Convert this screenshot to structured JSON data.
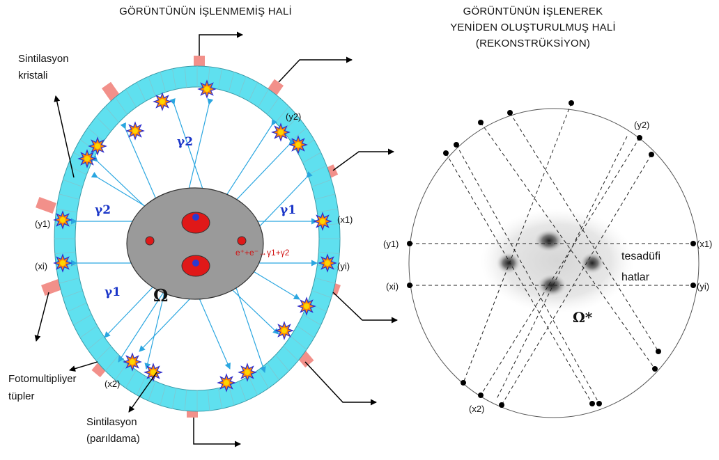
{
  "left": {
    "title": "GÖRÜNTÜNÜN İŞLENMEMİŞ HALİ",
    "crystal_label": [
      "Sintilasyon",
      "kristali"
    ],
    "pmt_label": [
      "Fotomultipliyer",
      "tüpler"
    ],
    "scint_label": [
      "Sintilasyon",
      "(parıldama)"
    ],
    "gamma1": "γ1",
    "gamma2": "γ2",
    "omega": "Ω",
    "annihilation_eq": "e⁺+e⁻→γ1+γ2",
    "points": {
      "y1": "(y1)",
      "x1": "(x1)",
      "xi": "(xi)",
      "yi": "(yi)",
      "y2": "(y2)",
      "x2": "(x2)"
    }
  },
  "right": {
    "title": [
      "GÖRÜNTÜNÜN İŞLENEREK",
      "YENİDEN OLUŞTURULMUŞ HALİ",
      "(REKONSTRÜKSİYON)"
    ],
    "random_lines_label": [
      "tesadüfi",
      "hatlar"
    ],
    "omega_star": "Ω*",
    "points": {
      "y1": "(y1)",
      "x1": "(x1)",
      "xi": "(xi)",
      "yi": "(yi)",
      "y2": "(y2)",
      "x2": "(x2)"
    }
  },
  "colors": {
    "crystal": "#5fe0ef",
    "pmt": "#f2908a",
    "gamma_line": "#2aa6e0",
    "body": "#9a9a9a",
    "organ": "#e01818",
    "gamma_text": "#1a35c8"
  }
}
